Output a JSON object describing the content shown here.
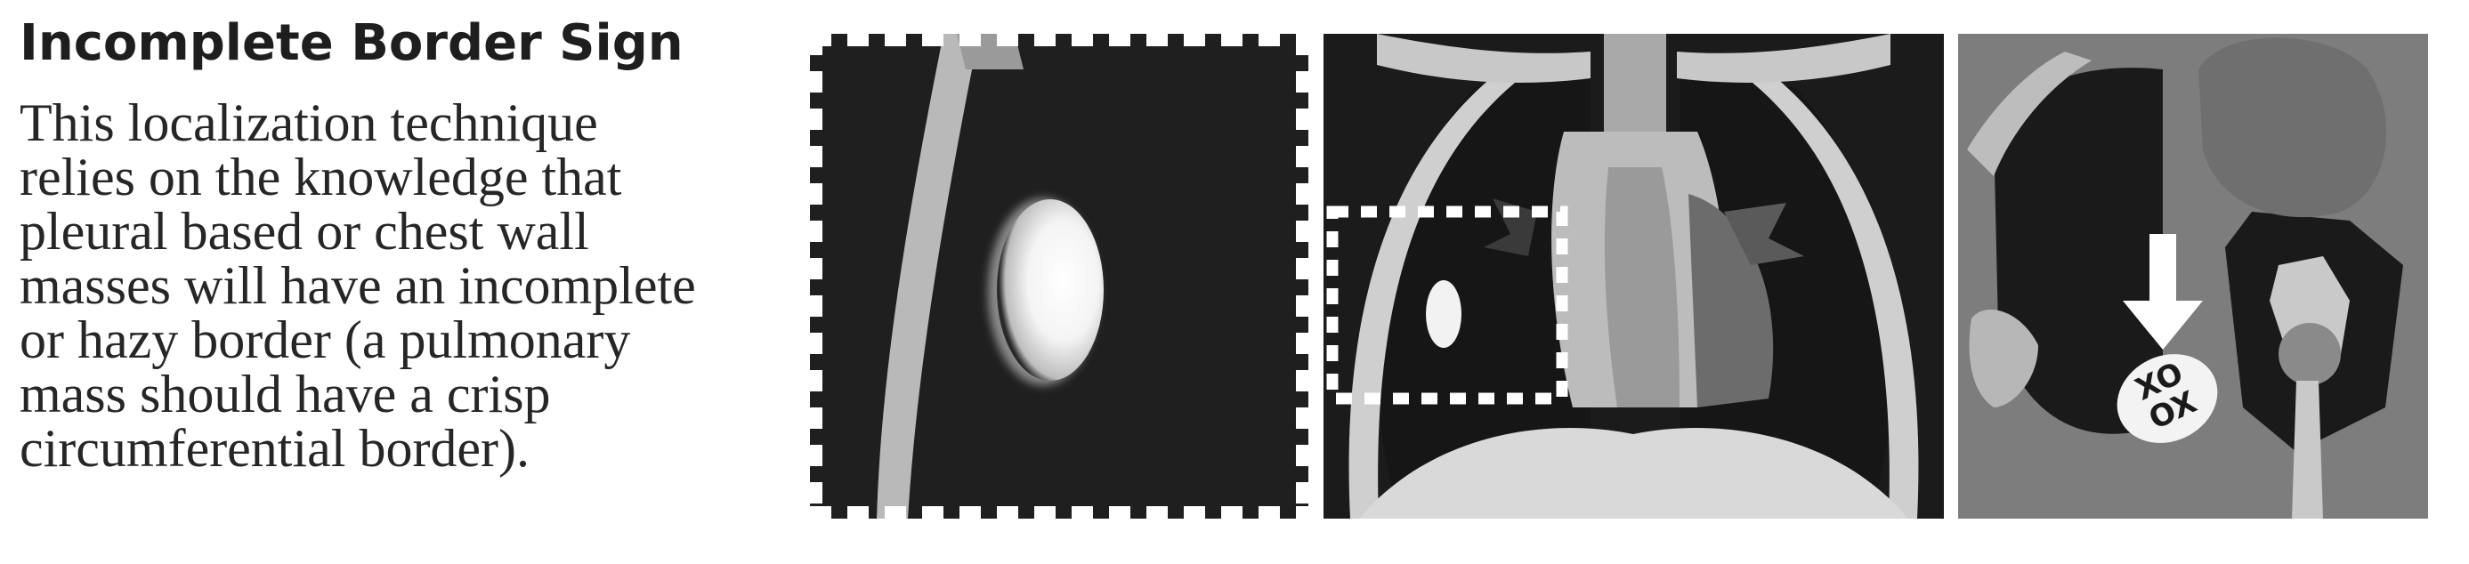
{
  "heading": "Incomplete Border Sign",
  "body_lines": [
    "This localization technique",
    "relies on the knowledge that",
    "pleural based or chest wall",
    "masses will have an incomplete",
    "or hazy border (a pulmonary",
    "mass should have a crisp",
    "circumferential border)."
  ],
  "ct_label": "XO\nOX"
}
